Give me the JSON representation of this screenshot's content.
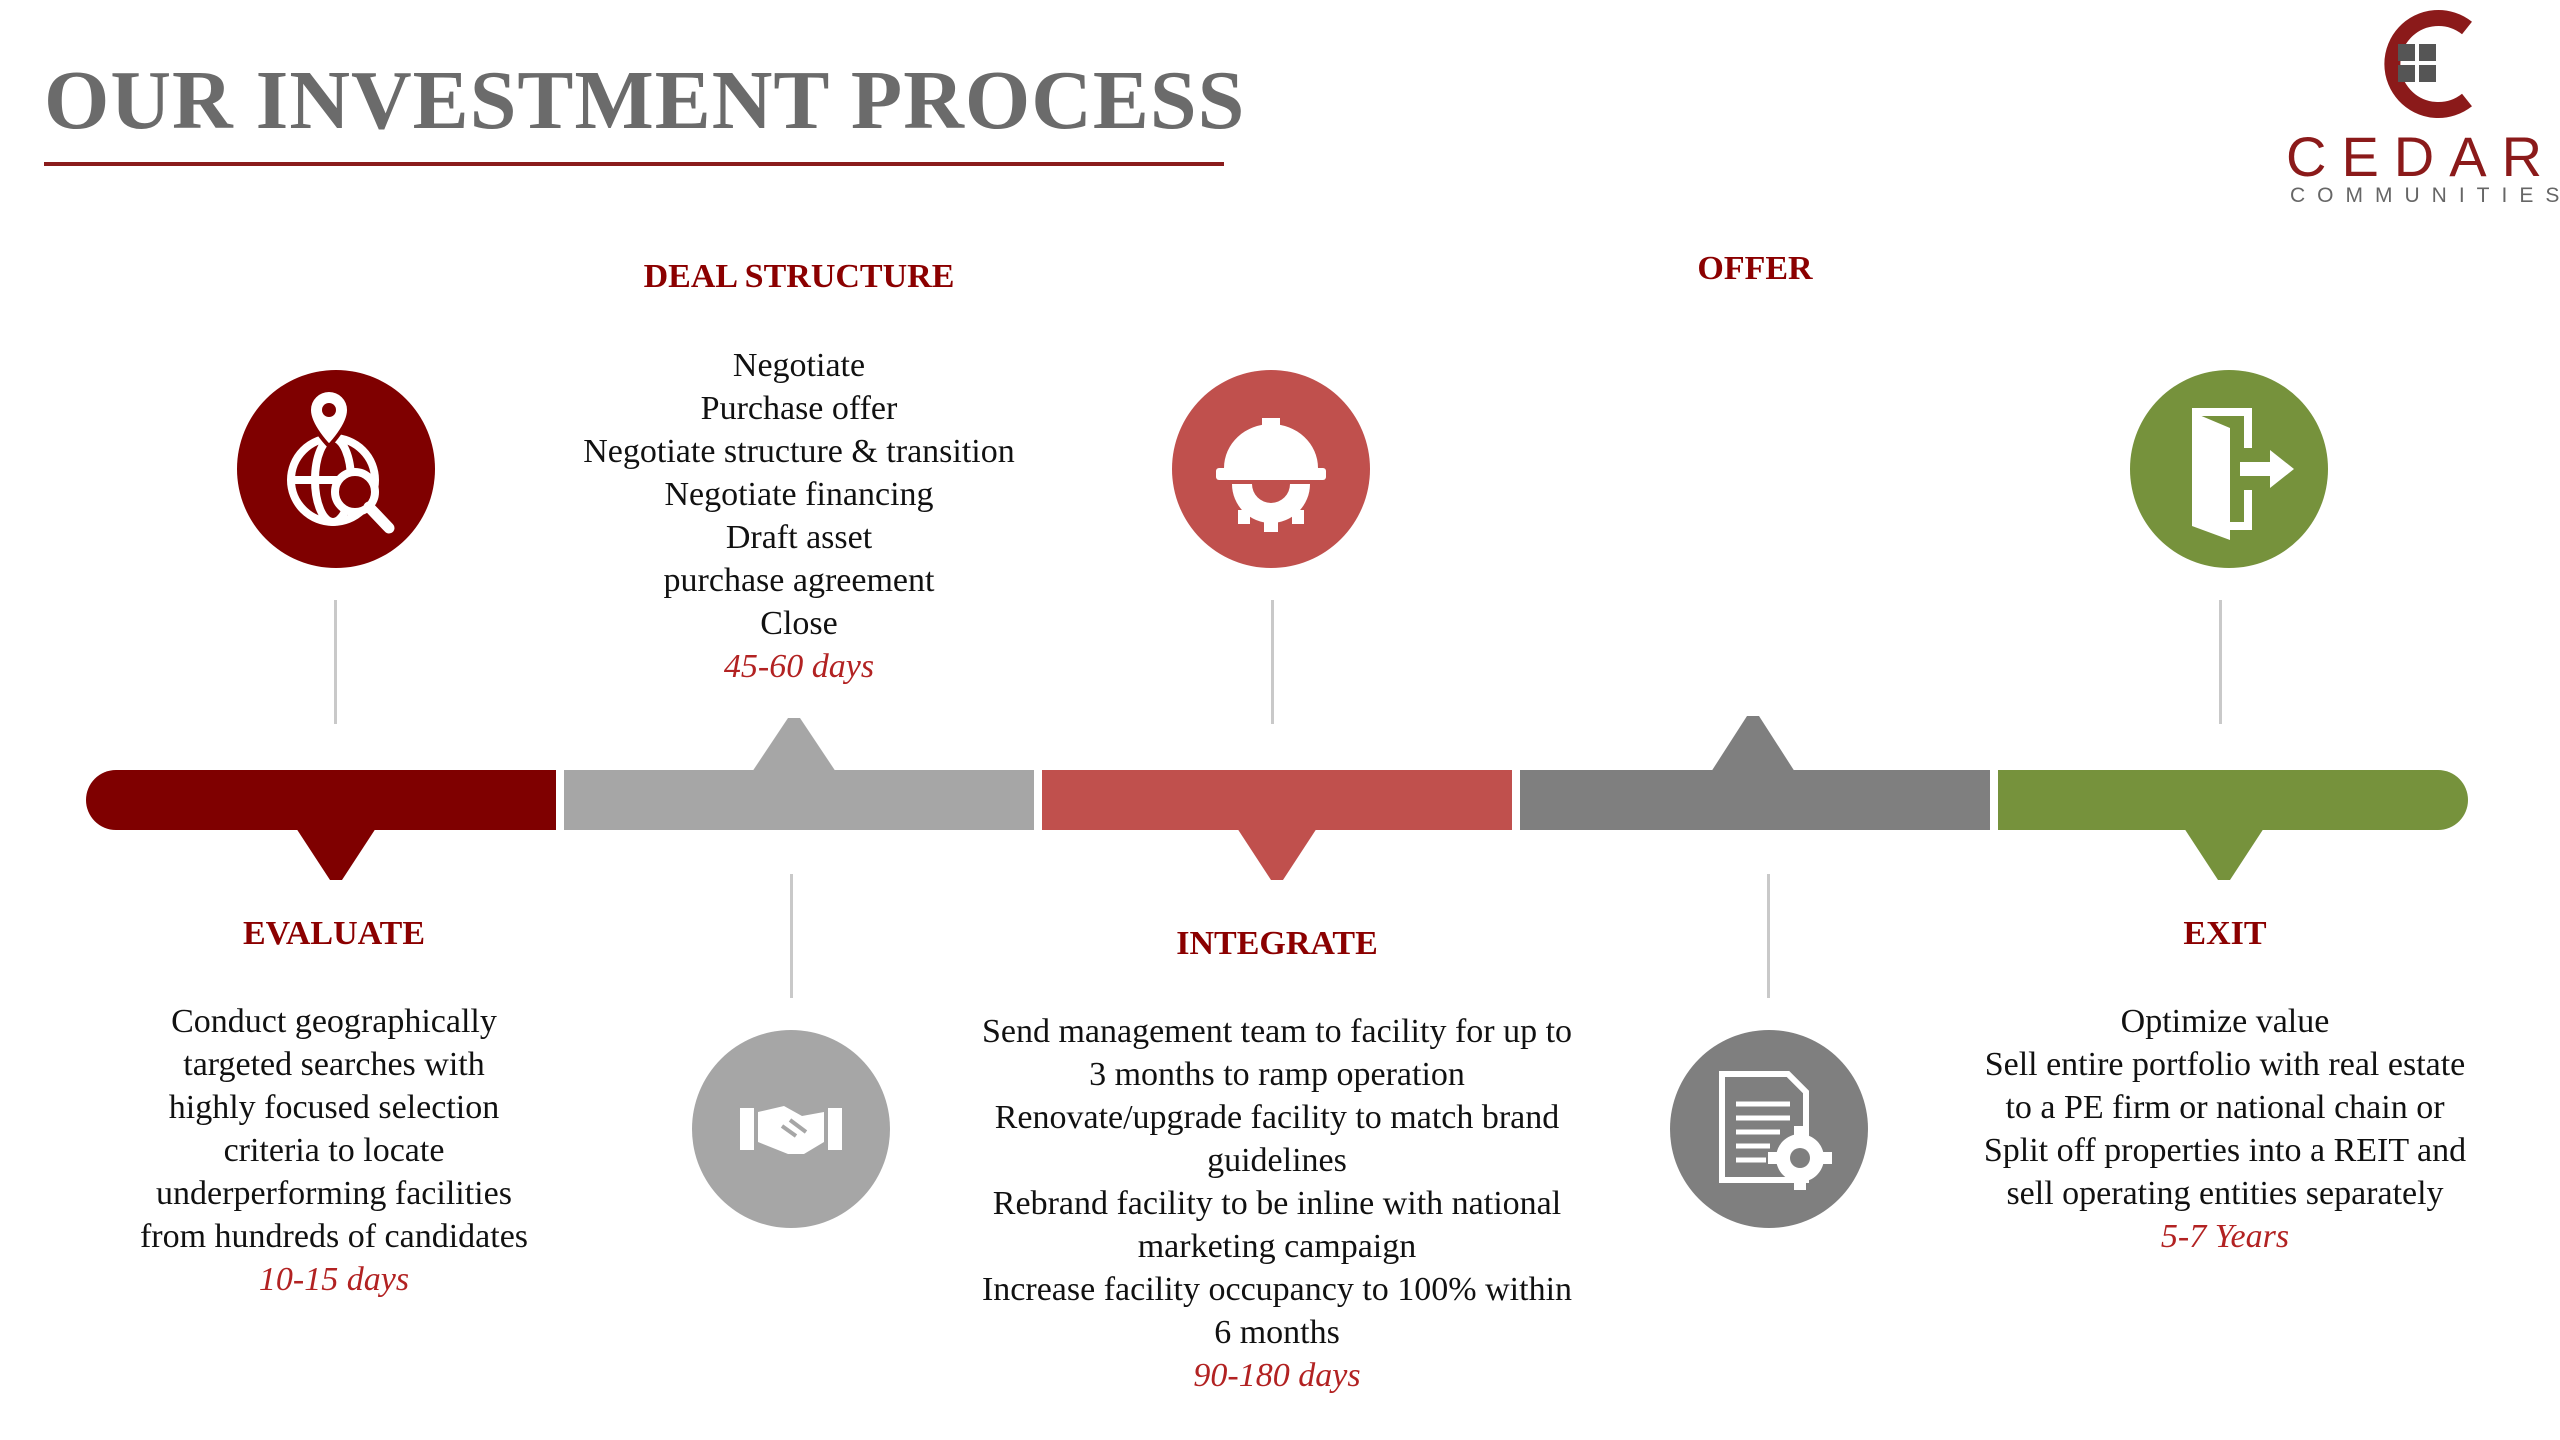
{
  "title": "OUR INVESTMENT PROCESS",
  "logo": {
    "word": "CEDAR",
    "sub": "COMMUNITIES"
  },
  "colors": {
    "evaluate": "#7f0000",
    "deal_structure": "#a6a6a6",
    "integrate": "#c0504d",
    "offer": "#7f7f7f",
    "exit": "#76923c"
  },
  "stages": {
    "evaluate": {
      "heading": "EVALUATE",
      "icon": "globe-search-icon",
      "lines": [
        "Conduct geographically",
        "targeted searches with",
        "highly focused selection",
        "criteria to locate",
        "underperforming facilities",
        "from hundreds of candidates"
      ],
      "duration": "10-15 days"
    },
    "deal_structure": {
      "heading": "DEAL STRUCTURE",
      "icon": "handshake-icon",
      "lines": [
        "Negotiate",
        "Purchase offer",
        "Negotiate structure & transition",
        "Negotiate financing",
        "Draft asset",
        "purchase agreement",
        "Close"
      ],
      "duration": "45-60 days"
    },
    "integrate": {
      "heading": "INTEGRATE",
      "icon": "hardhat-gear-icon",
      "lines": [
        "Send management team to facility for up to",
        "3 months to ramp operation",
        "Renovate/upgrade facility to match brand",
        "guidelines",
        "Rebrand facility to be inline with national",
        "marketing campaign",
        "Increase facility occupancy to 100% within",
        "6 months"
      ],
      "duration": "90-180 days"
    },
    "offer": {
      "heading": "OFFER",
      "icon": "document-gear-icon"
    },
    "exit": {
      "heading": "EXIT",
      "icon": "exit-door-icon",
      "lines": [
        "Optimize value",
        "Sell entire portfolio with real estate",
        "to a PE firm or national chain or",
        "Split off properties into a REIT and",
        "sell operating entities separately"
      ],
      "duration": "5-7 Years"
    }
  }
}
